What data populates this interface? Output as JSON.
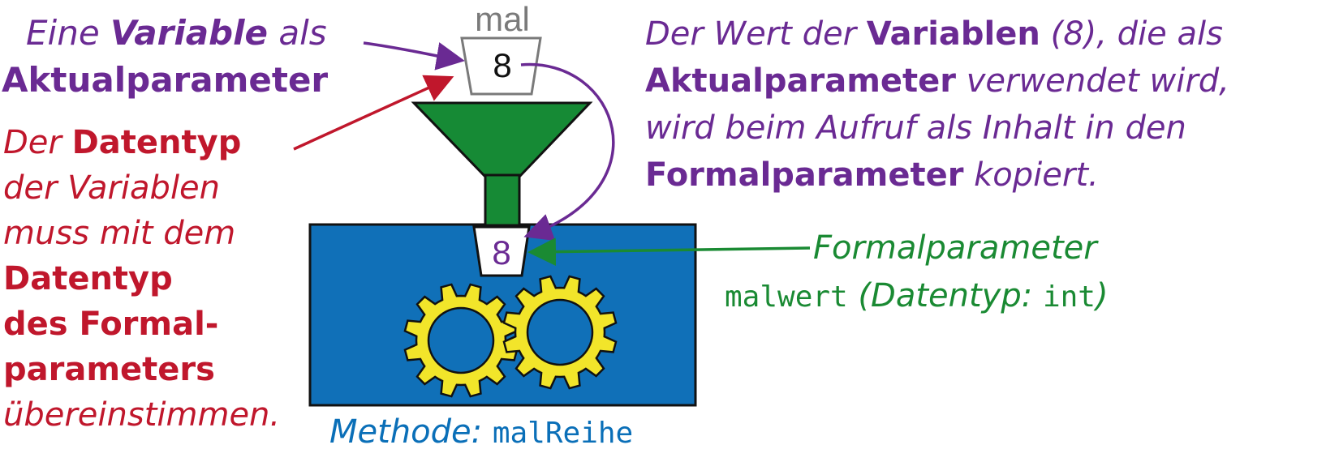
{
  "colors": {
    "purple": "#6a2a93",
    "red": "#c0172c",
    "green": "#1a8a33",
    "blue": "#0a6fb8",
    "box_blue": "#1070b8",
    "funnel_green": "#168a35",
    "gear_yellow": "#f2e52a",
    "gray": "#7a7a7a"
  },
  "icons": {
    "funnel": "funnel-icon",
    "gears": "gears-icon",
    "cup": "trapezoid-cup-icon"
  },
  "actual": {
    "cup_label": "mal",
    "value": "8"
  },
  "formal": {
    "value": "8"
  },
  "note_variable": {
    "line1_a": "Eine ",
    "line1_b": "Variable",
    "line1_c": " als",
    "line2": "Aktualparameter"
  },
  "note_datatype": {
    "l1_a": "Der ",
    "l1_b": "Datentyp",
    "l2": "der Variablen",
    "l3": "muss mit dem",
    "l4": "Datentyp",
    "l5": "des Formal-",
    "l6": "parameters",
    "l7": "übereinstimmen."
  },
  "note_value": {
    "l1_a": "Der Wert der ",
    "l1_b": "Variablen",
    "l1_c": " (8), die als",
    "l2_a": "Aktualparameter",
    "l2_b": " verwendet wird,",
    "l3": "wird beim Aufruf als Inhalt in den",
    "l4_a": "Formalparameter",
    "l4_b": " kopiert."
  },
  "note_formal": {
    "l1": "Formalparameter",
    "l2_code": "malwert",
    "l2_a": " (Datentyp: ",
    "l2_code2": "int",
    "l2_b": ")"
  },
  "note_method": {
    "label": "Methode: ",
    "code": "malReihe"
  }
}
